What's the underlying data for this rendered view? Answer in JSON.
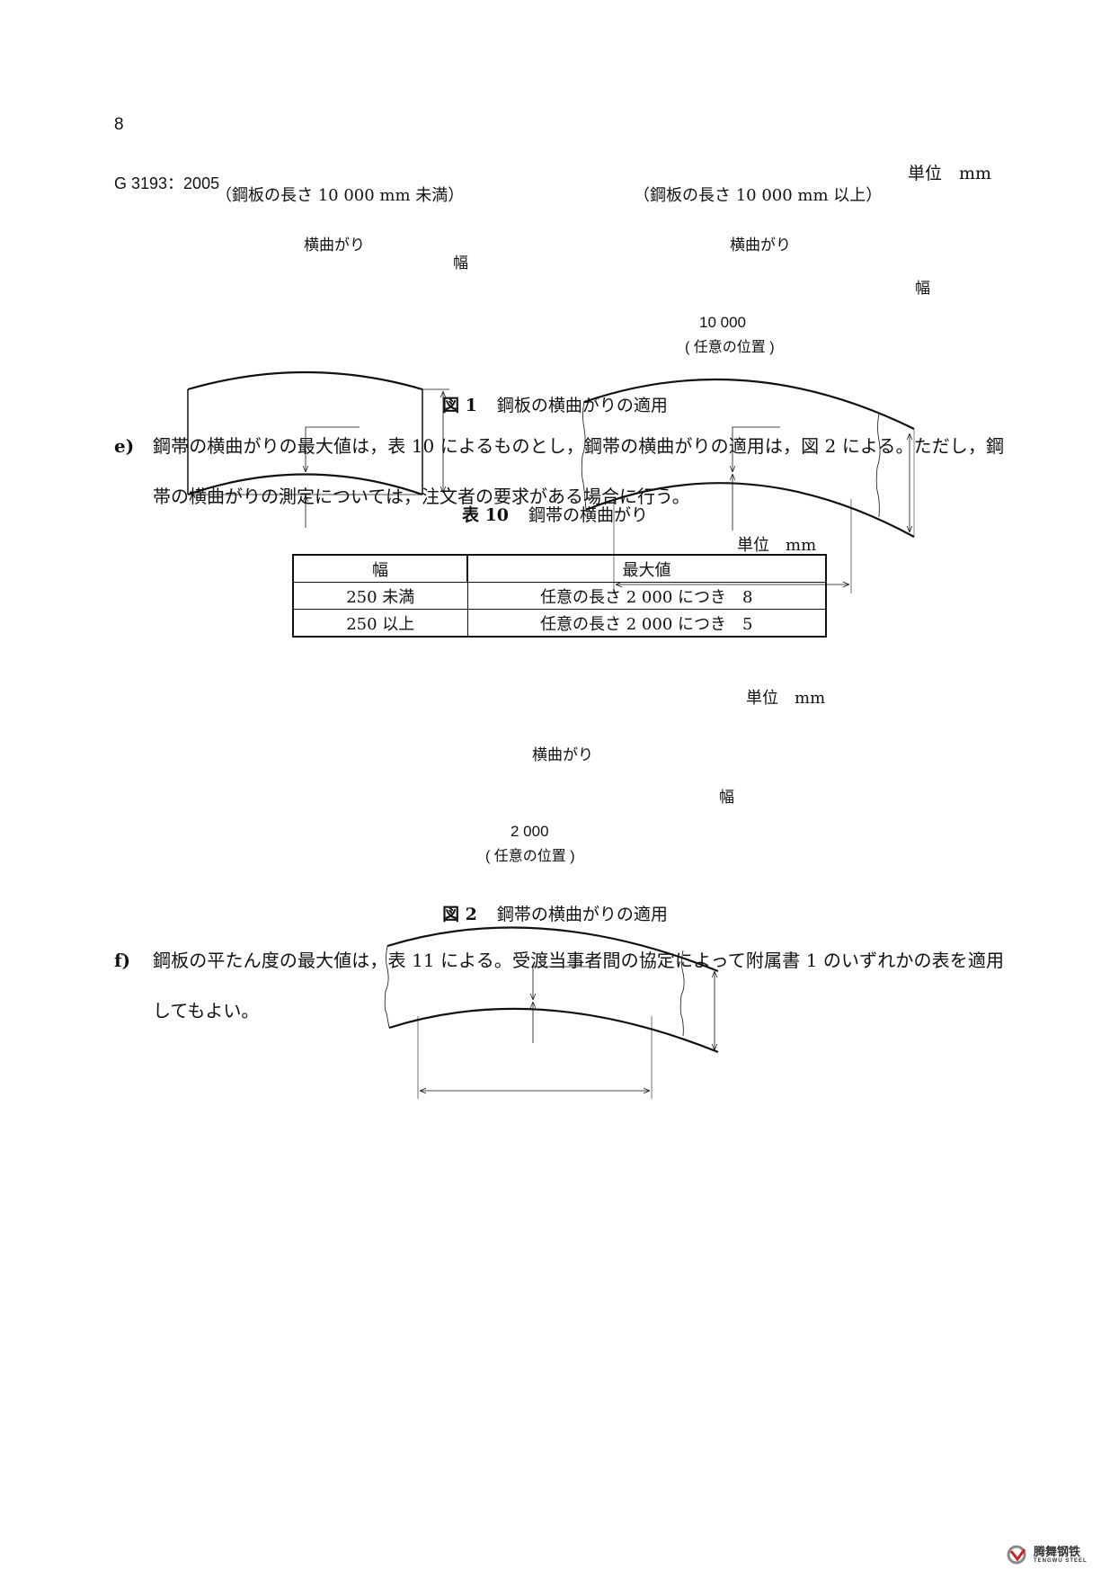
{
  "header": {
    "page_number": "8",
    "standard": "G 3193：2005"
  },
  "figure1": {
    "unit": "単位　mm",
    "left_caption": "（鋼板の長さ  10 000 mm 未満）",
    "right_caption": "（鋼板の長さ  10 000 mm 以上）",
    "camber_label": "横曲がり",
    "width_label": "幅",
    "length_label": "10 000",
    "position_label": "( 任意の位置 )",
    "title_num": "図 1",
    "title": "鋼板の横曲がりの適用"
  },
  "paragraph_e": {
    "label": "e)",
    "text": "鋼帯の横曲がりの最大値は，表 10 によるものとし，鋼帯の横曲がりの適用は，図 2 による。ただし，鋼帯の横曲がりの測定については，注文者の要求がある場合に行う。"
  },
  "table10": {
    "title_num": "表 10",
    "title": "鋼帯の横曲がり",
    "unit": "単位　mm",
    "headers": [
      "幅",
      "最大値"
    ],
    "rows": [
      [
        "250 未満",
        "任意の長さ 2 000 につき　8"
      ],
      [
        "250 以上",
        "任意の長さ 2 000 につき　5"
      ]
    ]
  },
  "figure2": {
    "unit": "単位　mm",
    "camber_label": "横曲がり",
    "width_label": "幅",
    "length_label": "2 000",
    "position_label": "( 任意の位置 )",
    "title_num": "図 2",
    "title": "鋼帯の横曲がりの適用"
  },
  "paragraph_f": {
    "label": "f)",
    "text": "鋼板の平たん度の最大値は，表 11 による。受渡当事者間の協定によって附属書 1 のいずれかの表を適用してもよい。"
  },
  "watermark": {
    "logo_text": "腾舞钢铁",
    "logo_sub": "TENGWU STEEL"
  }
}
